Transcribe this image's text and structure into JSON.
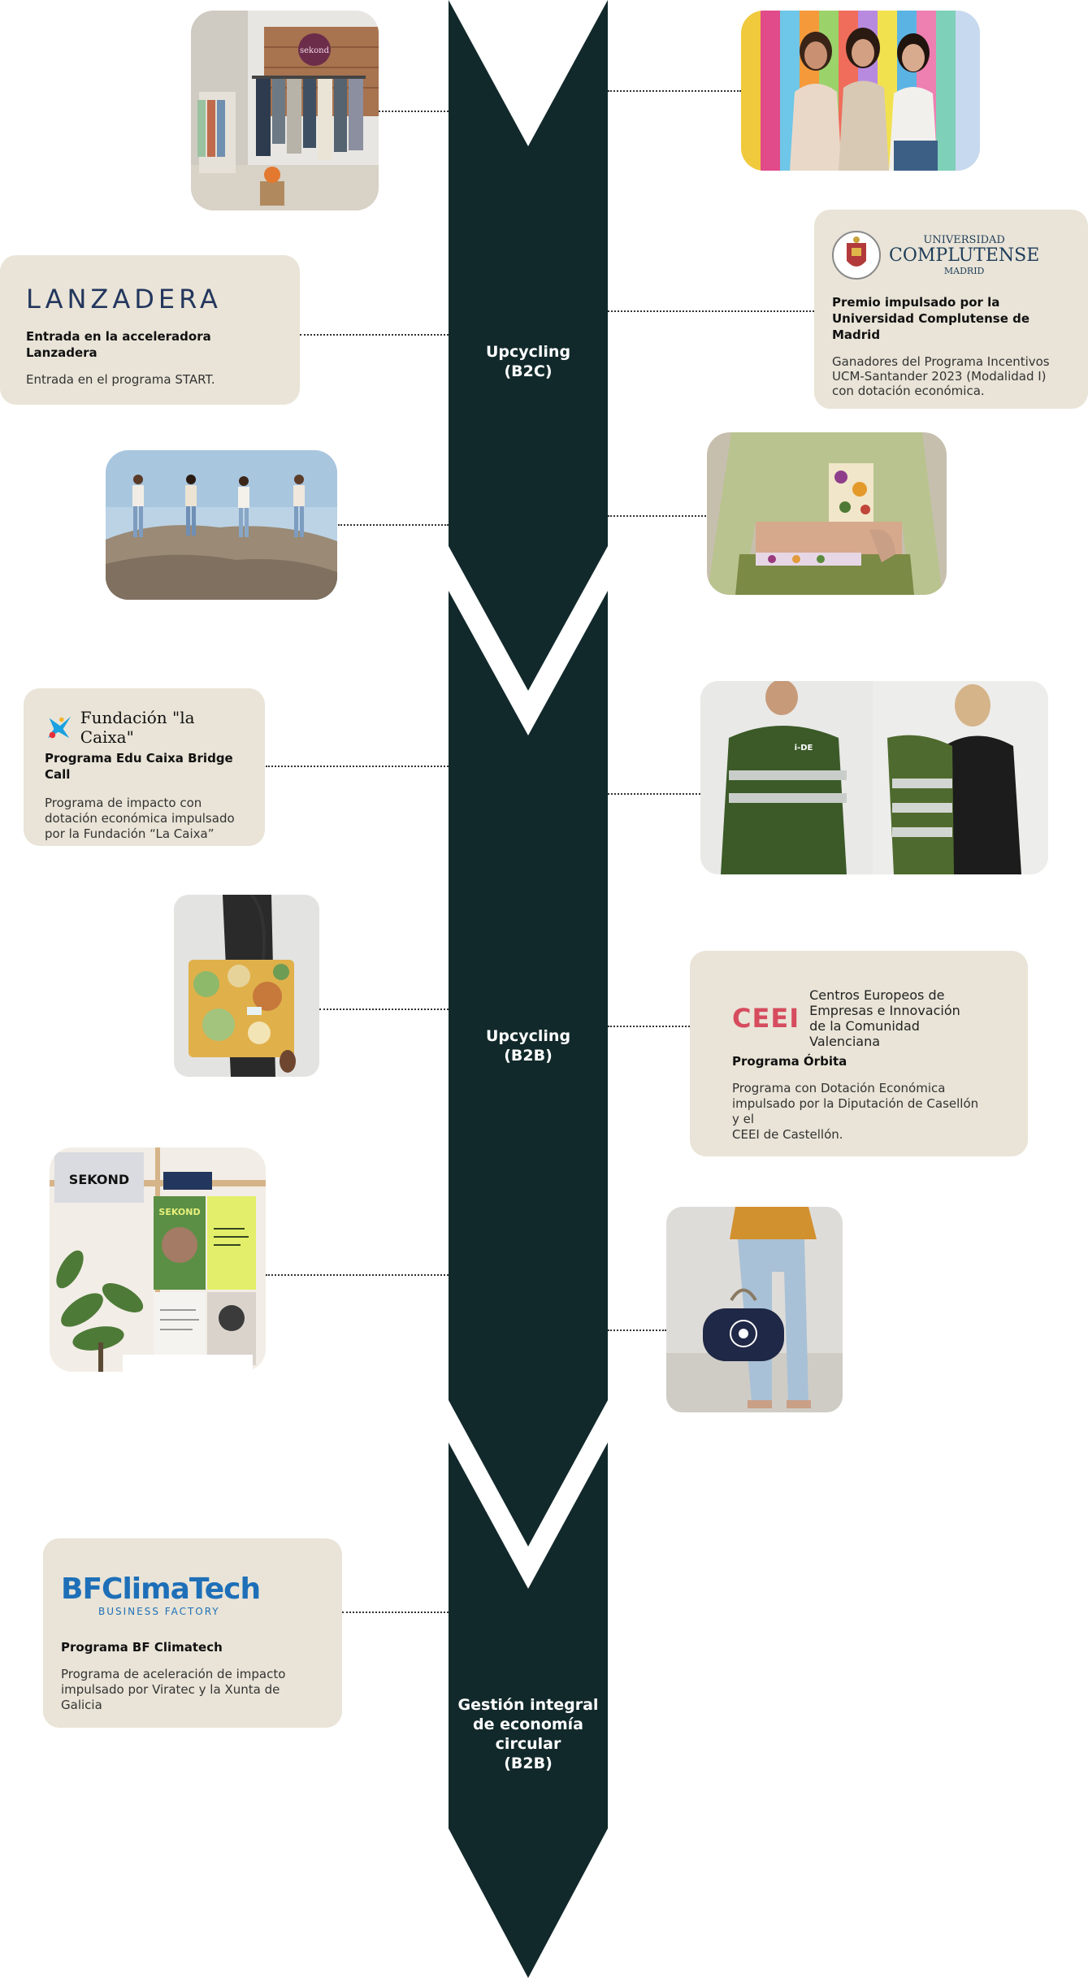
{
  "stages": [
    {
      "label": "Upcycling\n(B2C)"
    },
    {
      "label": "Upcycling\n(B2B)"
    },
    {
      "label": "Gestión integral\nde economía\ncircular\n(B2B)"
    }
  ],
  "milestones": {
    "lanzadera": {
      "logo_text": "LANZADERA",
      "title": "Entrada en la acceleradora Lanzadera",
      "description": "Entrada en el programa START."
    },
    "complutense": {
      "logo_line1": "UNIVERSIDAD",
      "logo_line2": "COMPLUTENSE",
      "logo_line3": "MADRID",
      "title": "Premio impulsado por la\nUniversidad Complutense de Madrid",
      "description": "Ganadores del Programa Incentivos\nUCM-Santander 2023 (Modalidad I)\ncon dotación económica."
    },
    "lacaixa": {
      "logo_text": "Fundación \"la Caixa\"",
      "title": "Programa Edu Caixa Bridge Call",
      "description": "Programa de impacto con\ndotación económica impulsado\npor la Fundación “La Caixa”"
    },
    "ceei": {
      "logo_mark": "CEEI",
      "logo_text": "Centros Europeos de\nEmpresas e Innovación\nde la Comunidad Valenciana",
      "title": "Programa Órbita",
      "description": "Programa con Dotación Económica\nimpulsado por la Diputación de Casellón y el\nCEEI de Castellón."
    },
    "climatech": {
      "logo_main": "BFClimaTech",
      "logo_sub": "BUSINESS FACTORY",
      "title": "Programa BF Climatech",
      "description": "Programa de aceleración de impacto\nimpulsado por Viratec y la Xunta de Galicia"
    }
  },
  "photos": {
    "store_sign": "sekond",
    "booth_sign": "SEKOND",
    "booth_poster": "SEKOND",
    "jacket_badge": "i-DE"
  },
  "colors": {
    "spine": "#12292b",
    "card": "#e9e4d7",
    "lanzadera_blue": "#23365d",
    "ceei_red": "#d64c5e",
    "climatech_blue": "#1e6fb8",
    "lacaixa_blue": "#1aa1e0"
  }
}
